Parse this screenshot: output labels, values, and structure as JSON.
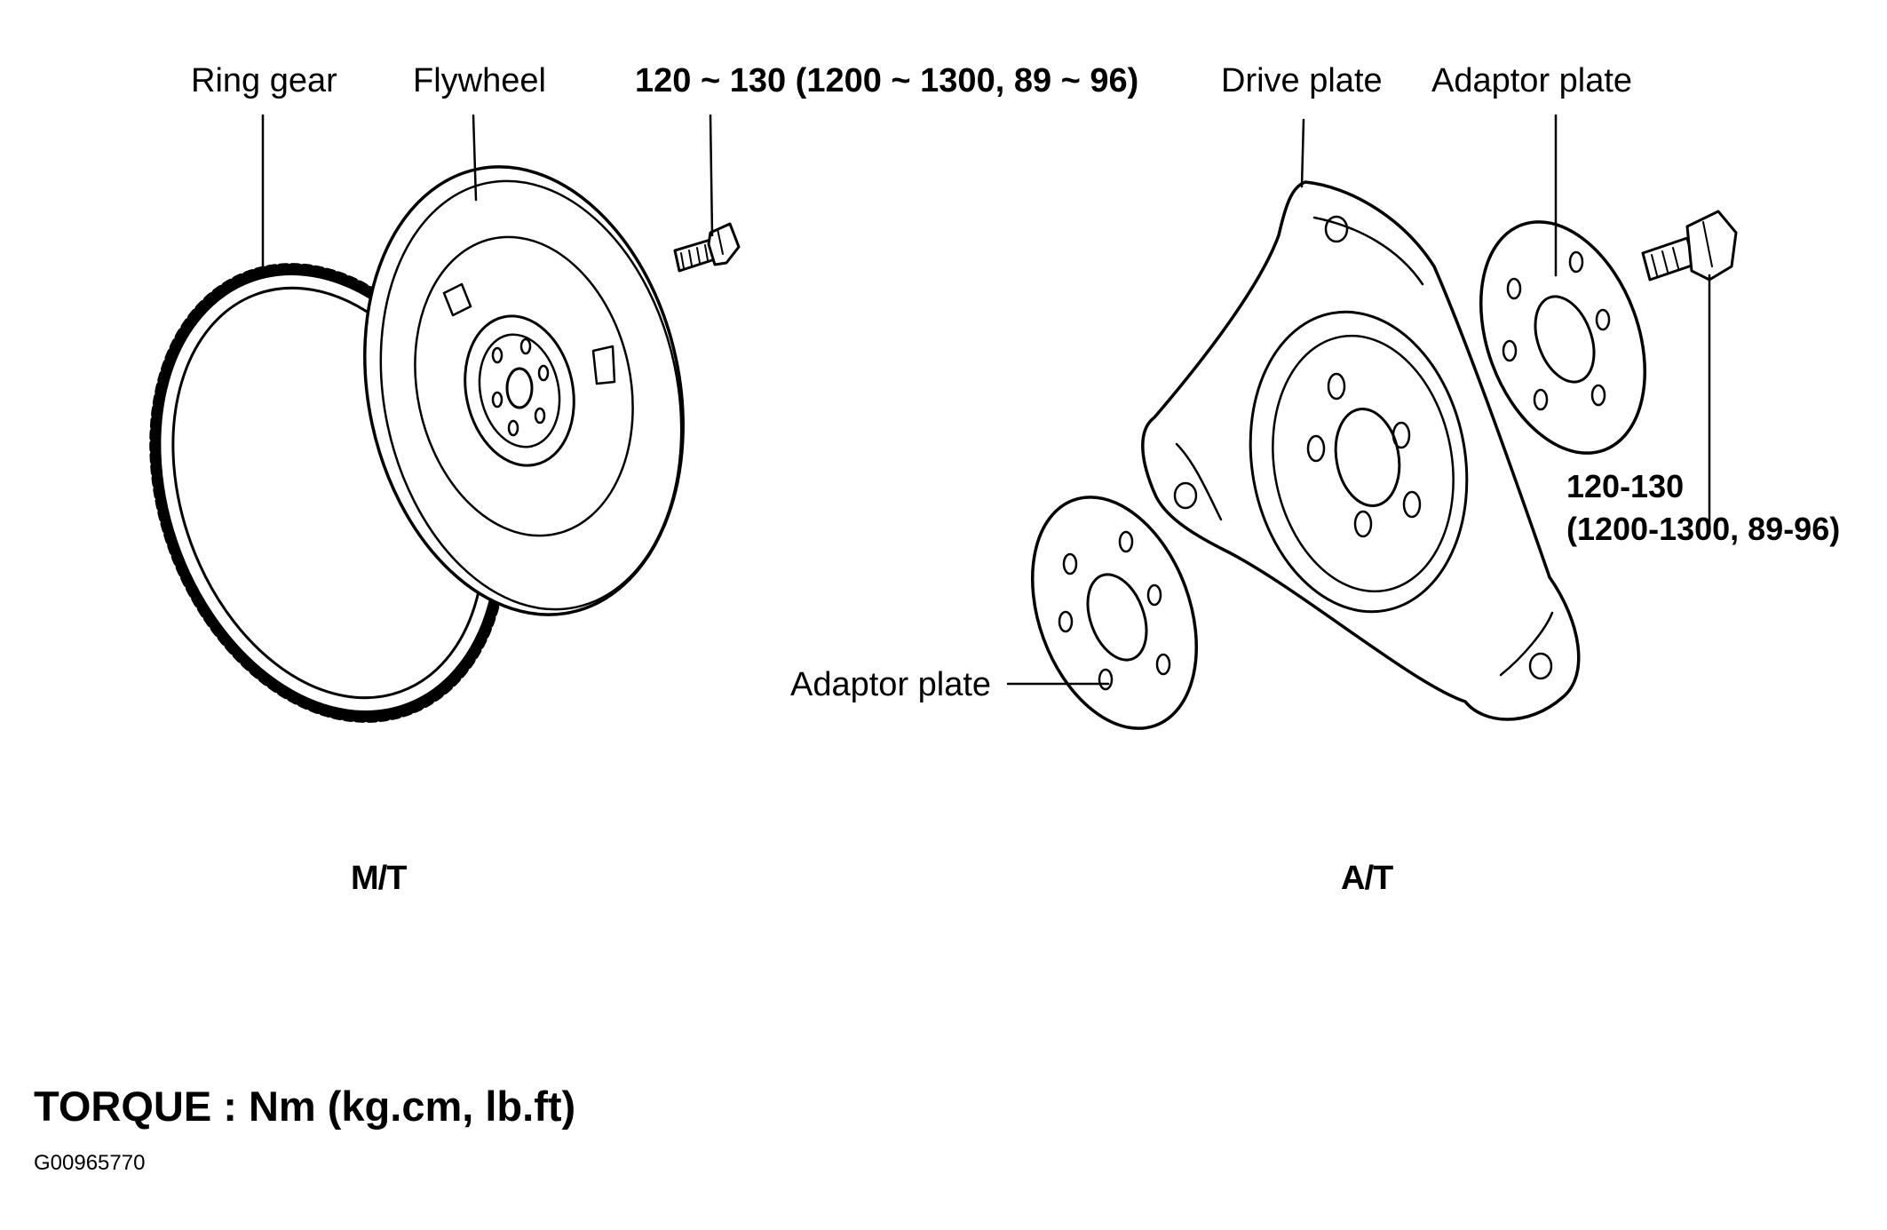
{
  "labels": {
    "ring_gear": "Ring gear",
    "flywheel": "Flywheel",
    "torque_mt": "120 ~ 130 (1200 ~ 1300, 89 ~ 96)",
    "drive_plate": "Drive plate",
    "adaptor_plate_top": "Adaptor plate",
    "adaptor_plate_bottom": "Adaptor plate",
    "torque_at_line1": "120-130",
    "torque_at_line2": "(1200-1300, 89-96)"
  },
  "sections": {
    "mt": "M/T",
    "at": "A/T"
  },
  "legend": {
    "torque_units": "TORQUE : Nm (kg.cm, lb.ft)"
  },
  "figure_id": "G00965770"
}
